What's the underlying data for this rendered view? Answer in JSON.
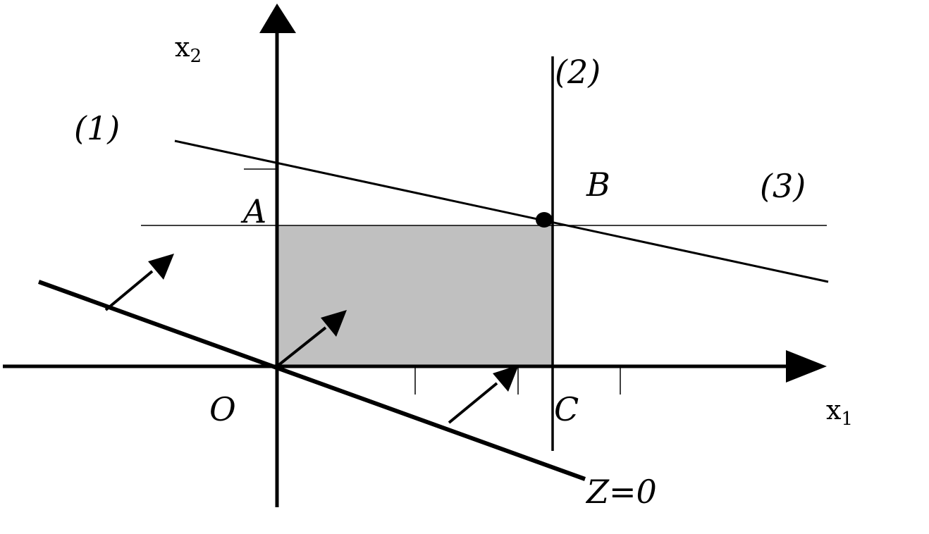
{
  "labels": {
    "x1_main": "x",
    "x1_sub": "1",
    "x2_main": "x",
    "x2_sub": "2",
    "origin": "O",
    "point_a": "A",
    "point_b": "B",
    "point_c": "C",
    "constraint_1": "(1)",
    "constraint_2": "(2)",
    "constraint_3": "(3)",
    "objective": "Z=0"
  },
  "colors": {
    "feasible_region": "#c0c0c0",
    "ink": "#000000"
  }
}
